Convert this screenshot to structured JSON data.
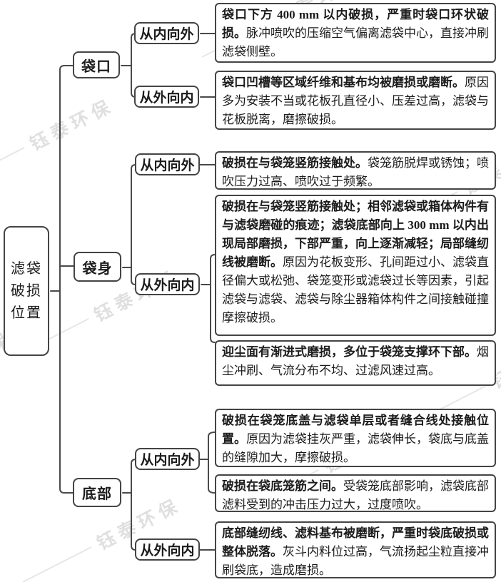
{
  "title": "滤袋破损位置",
  "root": {
    "lines": [
      "滤袋",
      "破损",
      "位置"
    ]
  },
  "branches": [
    {
      "label": "袋口",
      "children": [
        {
          "label": "从内向外",
          "boxes": [
            {
              "lead": "袋口下方 400 mm 以内破损，严重时袋口环状破损。",
              "detail": "脉冲喷吹的压缩空气偏离滤袋中心，直接冲刷滤袋侧壁。"
            }
          ]
        },
        {
          "label": "从外向内",
          "boxes": [
            {
              "lead": "袋口凹槽等区域纤维和基布均被磨损或磨断。",
              "detail": "原因多为安装不当或花板孔直径小、压差过高，滤袋与花板脱离，磨擦破损。"
            }
          ]
        }
      ]
    },
    {
      "label": "袋身",
      "children": [
        {
          "label": "从内向外",
          "boxes": [
            {
              "lead": "破损在与袋笼竖筋接触处。",
              "detail": "袋笼筋脱焊或锈蚀；喷吹压力过高、喷吹过于频繁。"
            }
          ]
        },
        {
          "label": "从外向内",
          "boxes": [
            {
              "lead": "破损在与袋笼竖筋接触处；相邻滤袋或箱体构件有与滤袋磨碰的痕迹；滤袋底部向上 300 mm 以内出现局部磨损，下部严重，向上逐渐减轻；局部缝纫线被磨断。",
              "detail": "原因为花板变形、孔间距过小、滤袋直径偏大或松弛、袋笼变形或滤袋过长等因素，引起滤袋与滤袋、滤袋与除尘器箱体构件之间接触碰撞摩擦破损。"
            },
            {
              "lead": "迎尘面有渐进式磨损，多位于袋笼支撑环下部。",
              "detail": "烟尘冲刷、气流分布不均、过滤风速过高。"
            }
          ]
        }
      ]
    },
    {
      "label": "底部",
      "children": [
        {
          "label": "从内向外",
          "boxes": [
            {
              "lead": "破损在袋笼底盖与滤袋单层或者缝合线处接触位置。",
              "detail": "原因为滤袋挂灰严重，滤袋伸长，袋底与底盖的缝隙加大，摩擦破损。"
            },
            {
              "lead": "破损在袋底笼筋之间。",
              "detail": "受袋笼底部影响，滤袋底部滤料受到的冲击压力过大，过度喷吹。"
            }
          ]
        },
        {
          "label": "从外向内",
          "boxes": [
            {
              "lead": "底部缝纫线、滤料基布被磨断，严重时袋底破损或整体脱落。",
              "detail": "灰斗内料位过高，气流扬起尘粒直接冲刷袋底，造成磨损。"
            }
          ]
        }
      ]
    }
  ],
  "watermark": {
    "text": "钰泰环保"
  },
  "colors": {
    "border": "#444444",
    "connector": "#4a4a4a",
    "text": "#1c1c1c",
    "watermark": "#dfdfdf"
  }
}
